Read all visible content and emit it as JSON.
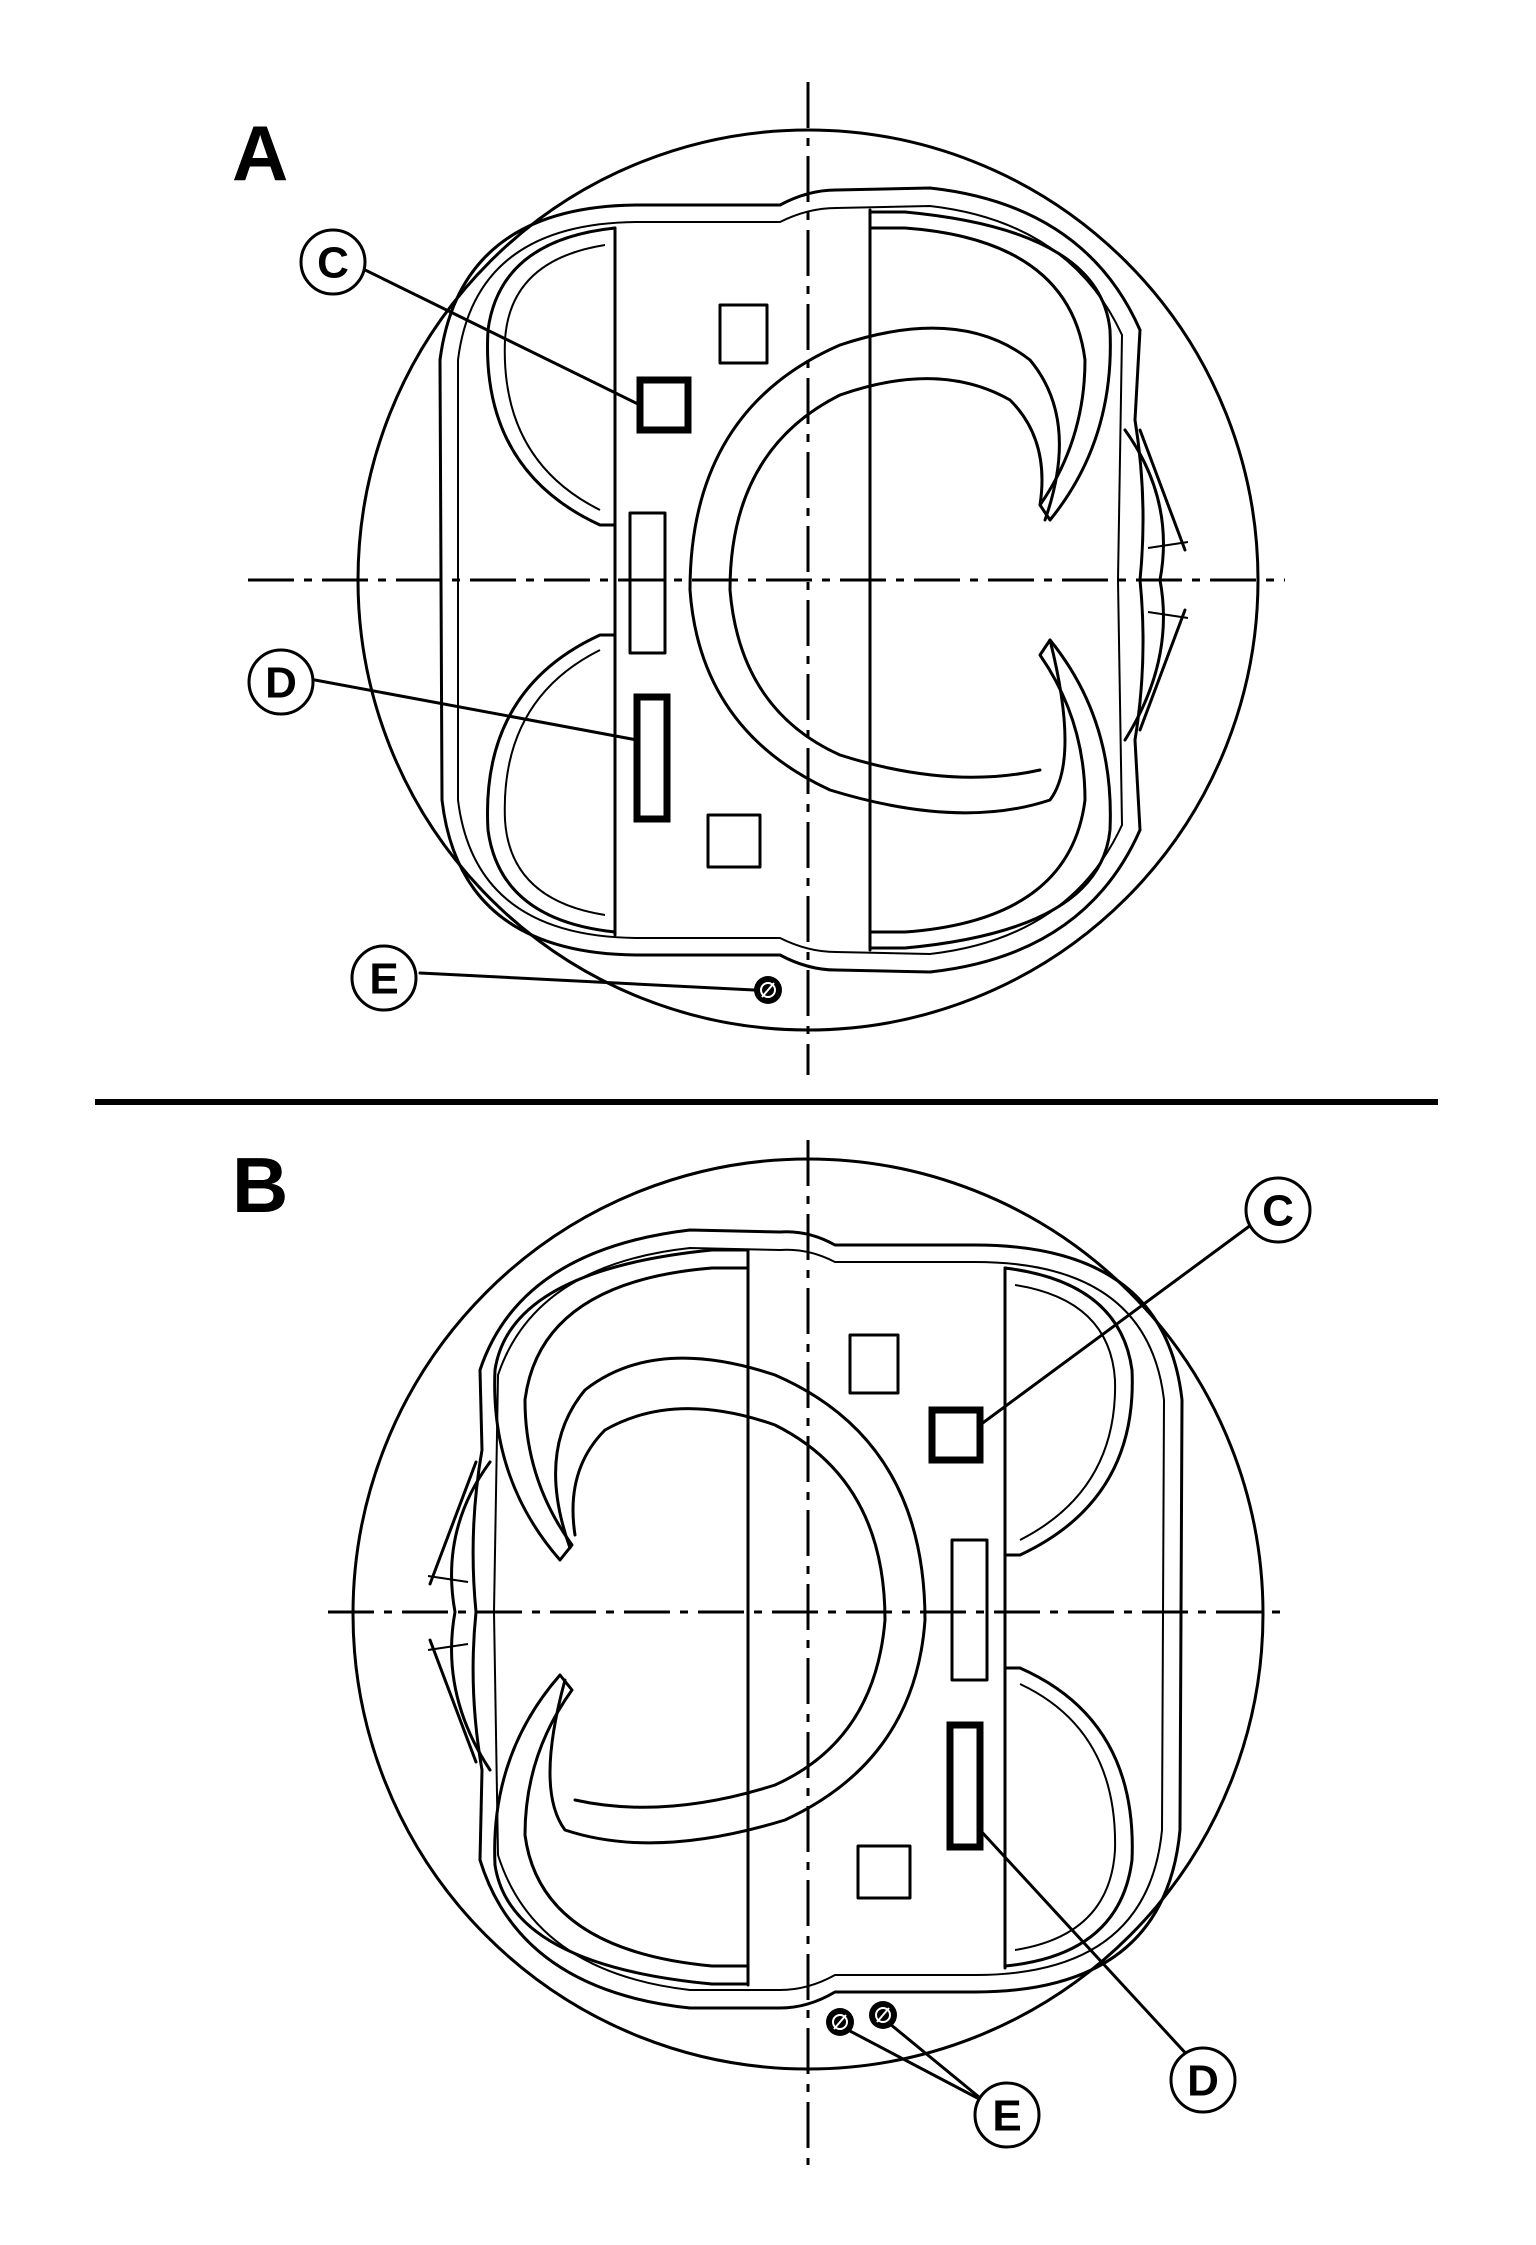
{
  "view_a": {
    "title": "A",
    "callouts": {
      "c": "C",
      "d": "D",
      "e": "E"
    }
  },
  "view_b": {
    "title": "B",
    "callouts": {
      "c": "C",
      "d": "D",
      "e": "E"
    }
  }
}
